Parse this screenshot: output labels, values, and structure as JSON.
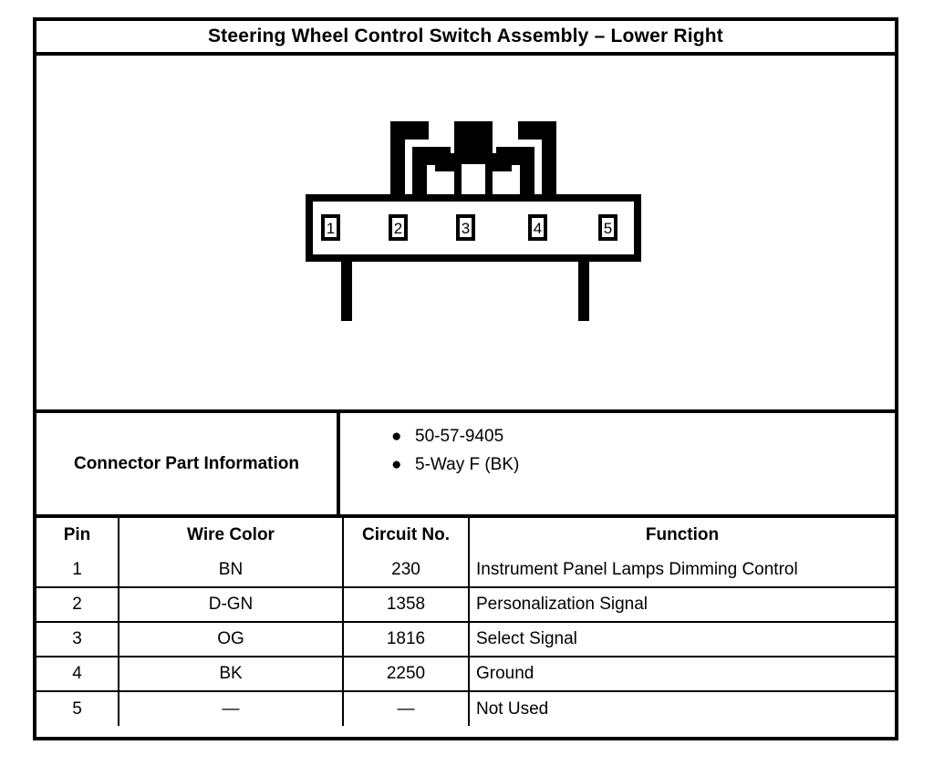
{
  "document": {
    "title": "Steering Wheel Control Switch Assembly – Lower Right"
  },
  "diagram": {
    "name": "connector-face-view",
    "description": "5-way female connector face view with keying profile and two mounting tabs",
    "pin_labels": [
      "1",
      "2",
      "3",
      "4",
      "5"
    ],
    "outline_color": "#000000",
    "fill_color": "#ffffff"
  },
  "connector_info": {
    "label": "Connector Part Information",
    "bullet_glyph": "●",
    "items": [
      "50-57-9405",
      "5-Way F (BK)"
    ]
  },
  "pin_table": {
    "headers": [
      "Pin",
      "Wire Color",
      "Circuit No.",
      "Function"
    ],
    "rows": [
      {
        "pin": "1",
        "wire_color": "BN",
        "circuit_no": "230",
        "function": "Instrument Panel Lamps Dimming Control"
      },
      {
        "pin": "2",
        "wire_color": "D-GN",
        "circuit_no": "1358",
        "function": "Personalization Signal"
      },
      {
        "pin": "3",
        "wire_color": "OG",
        "circuit_no": "1816",
        "function": "Select Signal"
      },
      {
        "pin": "4",
        "wire_color": "BK",
        "circuit_no": "2250",
        "function": "Ground"
      },
      {
        "pin": "5",
        "wire_color": "—",
        "circuit_no": "—",
        "function": "Not Used"
      }
    ]
  }
}
